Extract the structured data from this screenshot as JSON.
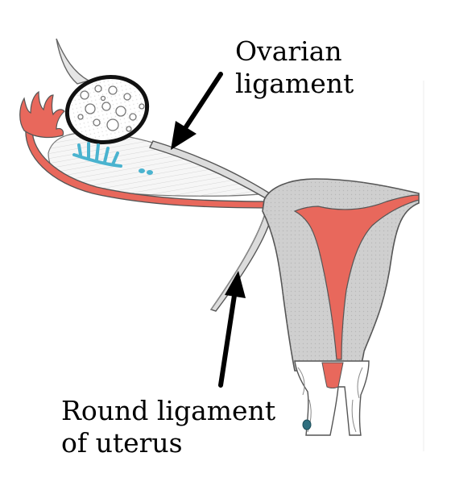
{
  "labels": {
    "ovarian_line1": "Ovarian",
    "ovarian_line2": "ligament",
    "round_line1": "Round ligament",
    "round_line2": "of uterus"
  },
  "colors": {
    "tube_red": "#e8685c",
    "uterus_wall": "#cfcfcf",
    "outline": "#555555",
    "follicle_teal": "#4ab3cf",
    "arrow": "#000000",
    "background": "#ffffff"
  },
  "icons": {
    "ovarian_pointer": "arrow-pointing-down-left",
    "round_pointer": "arrow-pointing-up"
  }
}
